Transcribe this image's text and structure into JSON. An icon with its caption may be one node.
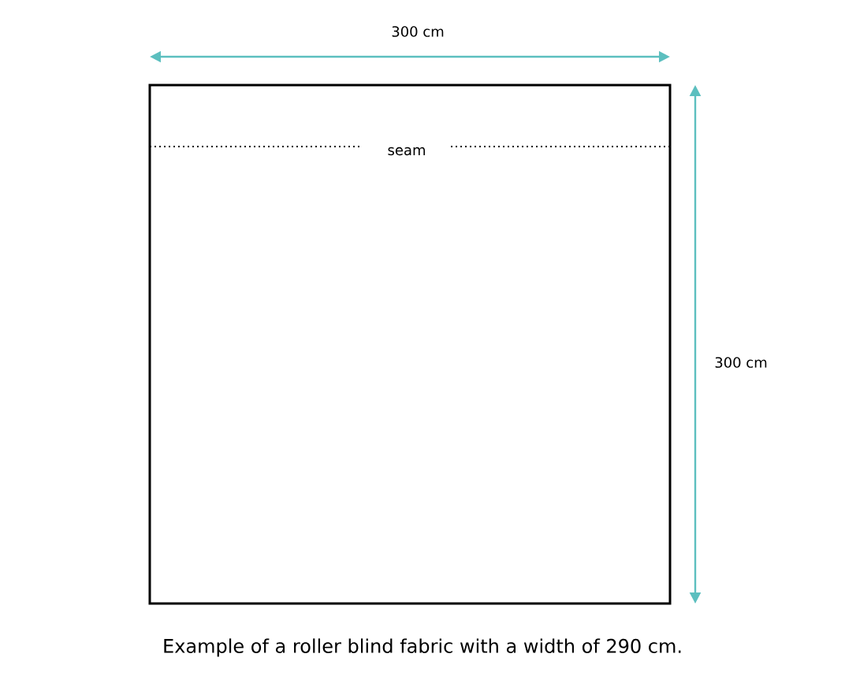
{
  "diagram": {
    "caption": "Example of a roller blind fabric with a width of 290 cm.",
    "labels": [
      "300 cm",
      "seam",
      "300 cm"
    ]
  }
}
